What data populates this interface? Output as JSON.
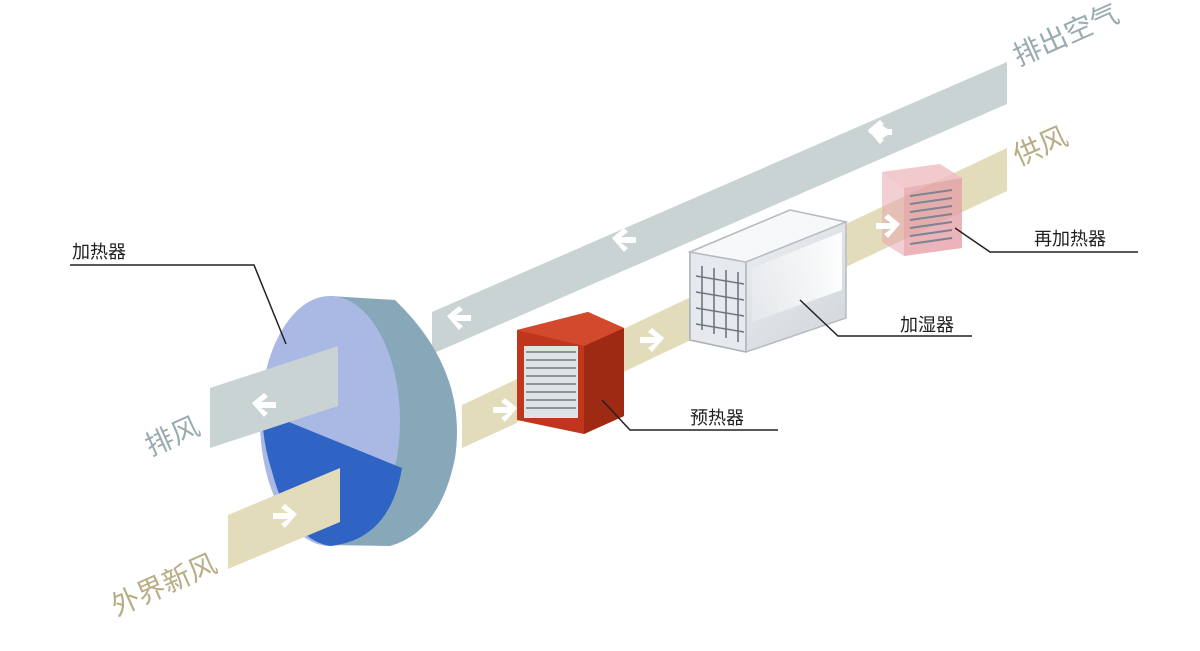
{
  "labels": {
    "exhaust_out": "排出空气",
    "supply": "供风",
    "exhaust": "排风",
    "outside_air": "外界新风",
    "heater": "加热器",
    "preheater": "预热器",
    "humidifier": "加湿器",
    "reheater": "再加热器"
  },
  "colors": {
    "exhaust_duct": "#c9d3d3",
    "supply_duct": "#e3dcbb",
    "wheel_face": "#a9b9e4",
    "wheel_core": "#2f63c4",
    "wheel_rim": "#87a8b8",
    "preheater_casing": "#c0361c",
    "reheater_casing": "#e8a8ad",
    "leader_line": "#222222"
  },
  "icons": {
    "flow_arrow": "chevron-arrow-icon"
  }
}
